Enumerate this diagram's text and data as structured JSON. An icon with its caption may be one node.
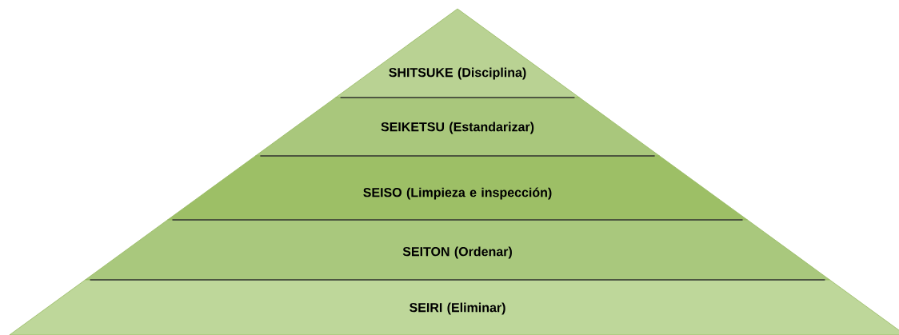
{
  "diagram": {
    "nodes": [
      {
        "text": [
          "SHITSUKE (Disciplina)"
        ]
      },
      {
        "text": [
          "SEIKETSU (Estandarizar)"
        ]
      },
      {
        "text": [
          "SEISO (Limpieza e inspección)"
        ]
      },
      {
        "text": [
          "SEITON (Ordenar)"
        ]
      },
      {
        "text": [
          "SEIRI (Eliminar)"
        ]
      }
    ]
  }
}
